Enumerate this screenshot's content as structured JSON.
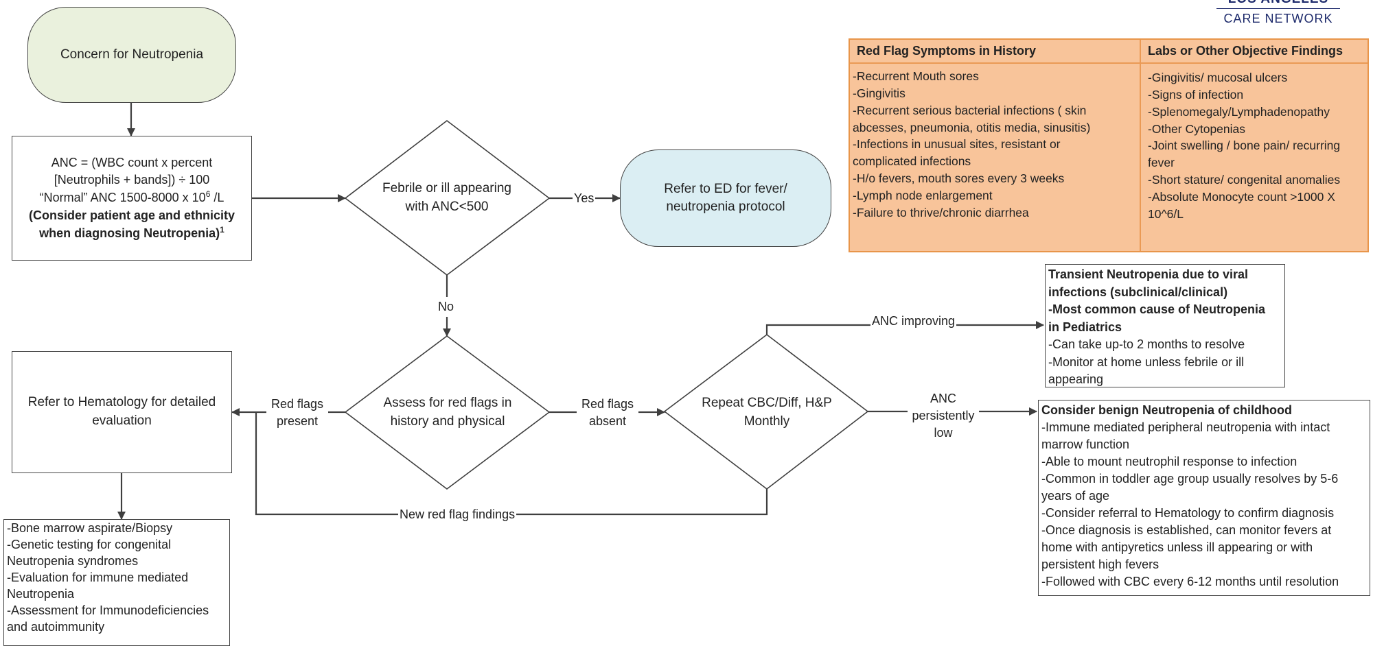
{
  "logo": {
    "line1": "LOS ANGELES",
    "line2": "CARE NETWORK",
    "color": "#1d2a6b"
  },
  "colors": {
    "start_fill": "#eaf1dd",
    "refer_ed_fill": "#dbeef3",
    "table_fill": "#f8c49a",
    "table_border": "#e8954a",
    "line": "#3f3f3f"
  },
  "flow": {
    "start": "Concern for Neutropenia",
    "anc_box": {
      "line1": "ANC = (WBC count x percent",
      "line2": "[Neutrophils + bands]) ÷ 100",
      "line3_pre": "“Normal” ANC 1500-8000 x 10",
      "line3_sup": "6",
      "line3_post": " /L",
      "bold1": "(Consider patient age and ethnicity",
      "bold2_pre": "when diagnosing Neutropenia)",
      "bold2_sup": "1"
    },
    "febrile": {
      "line1": "Febrile or ill appearing",
      "line2": "with ANC<500"
    },
    "yes_label": "Yes",
    "refer_ed": {
      "line1": "Refer to ED for fever/",
      "line2": "neutropenia protocol"
    },
    "no_label": "No",
    "assess": {
      "line1": "Assess for red flags in",
      "line2": "history and physical"
    },
    "red_flags_present": {
      "line1": "Red flags",
      "line2": "present"
    },
    "red_flags_absent": {
      "line1": "Red flags",
      "line2": "absent"
    },
    "refer_heme": {
      "line1": "Refer to Hematology for detailed",
      "line2": "evaluation"
    },
    "repeat": {
      "line1": "Repeat CBC/Diff, H&P",
      "line2": "Monthly"
    },
    "anc_improving": "ANC improving",
    "anc_low": {
      "line1": "ANC",
      "line2": "persistently",
      "line3": "low"
    },
    "new_red_flag": "New red flag findings",
    "heme_workup": [
      "-Bone marrow aspirate/Biopsy",
      "-Genetic testing for congenital",
      "Neutropenia syndromes",
      "-Evaluation for immune mediated",
      "Neutropenia",
      "-Assessment for Immunodeficiencies",
      "and autoimmunity"
    ],
    "transient": {
      "bold": [
        "Transient Neutropenia due to viral",
        "infections (subclinical/clinical)",
        "-Most common cause of Neutropenia",
        "in Pediatrics"
      ],
      "normal": [
        "-Can take up-to 2 months to resolve",
        "-Monitor at home unless febrile or ill",
        "appearing"
      ]
    },
    "benign": {
      "bold": "Consider benign Neutropenia of childhood",
      "normal": [
        "-Immune mediated peripheral neutropenia with intact",
        "marrow function",
        "-Able to mount neutrophil response to infection",
        "-Common in toddler age group usually resolves by 5-6",
        "years of age",
        "-Consider referral to Hematology to confirm diagnosis",
        "-Once diagnosis is established, can monitor fevers at",
        "home with antipyretics unless ill appearing or with",
        "persistent high fevers",
        "-Followed with CBC every 6-12 months until resolution"
      ]
    }
  },
  "table": {
    "headers": [
      "Red Flag Symptoms in History",
      "Labs or Other Objective Findings"
    ],
    "col1": [
      "-Recurrent Mouth sores",
      "-Gingivitis",
      "-Recurrent serious bacterial infections ( skin",
      "abcesses, pneumonia, otitis media, sinusitis)",
      "-Infections in unusual sites, resistant or",
      "complicated infections",
      "-H/o fevers, mouth sores every 3 weeks",
      "-Lymph node enlargement",
      "-Failure to thrive/chronic diarrhea"
    ],
    "col2": [
      "-Gingivitis/ mucosal ulcers",
      "-Signs of infection",
      "-Splenomegaly/Lymphadenopathy",
      "-Other Cytopenias",
      "-Joint swelling / bone pain/ recurring",
      "fever",
      "-Short stature/ congenital anomalies",
      "-Absolute Monocyte count >1000 X",
      "10^6/L"
    ]
  }
}
